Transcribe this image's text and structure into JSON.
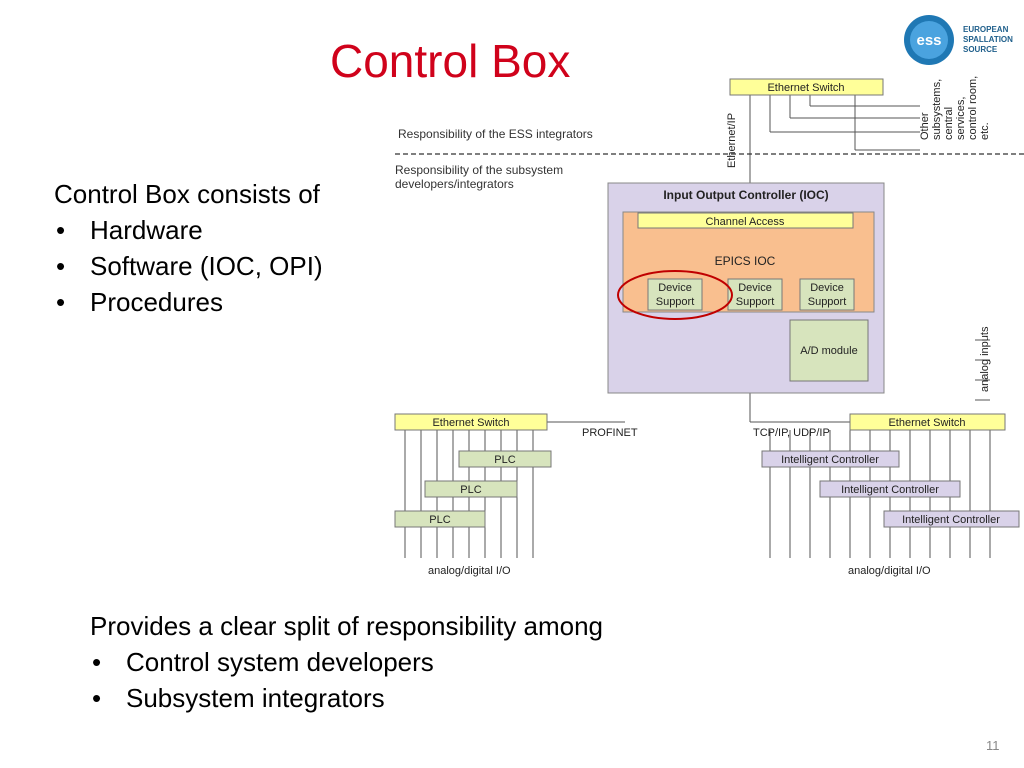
{
  "slide": {
    "title": "Control Box",
    "intro_heading": "Control Box consists of",
    "intro_items": [
      "Hardware",
      "Software (IOC, OPI)",
      "Procedures"
    ],
    "summary_heading": "Provides a clear split of responsibility among",
    "summary_items": [
      "Control system developers",
      "Subsystem integrators"
    ],
    "page_number": "11"
  },
  "logo": {
    "mark": "ess",
    "text_lines": [
      "EUROPEAN",
      "SPALLATION",
      "SOURCE"
    ]
  },
  "diagram": {
    "top_switch": "Ethernet Switch",
    "ethernet_ip": "Ethernet/IP",
    "other_subsystems": [
      "Other",
      "subsystems,",
      "central",
      "services,",
      "control room,",
      "etc."
    ],
    "responsibility_ess": "Responsibility of the ESS integrators",
    "responsibility_subsystem": [
      "Responsibility of the subsystem",
      "developers/integrators"
    ],
    "ioc_title": "Input Output Controller (IOC)",
    "channel_access": "Channel Access",
    "epics_ioc": "EPICS IOC",
    "device_support": [
      "Device",
      "Support"
    ],
    "ad_module": "A/D module",
    "analog_inputs": "analog inputs",
    "left_switch": "Ethernet Switch",
    "right_switch": "Ethernet Switch",
    "profinet": "PROFINET",
    "tcpip": "TCP/IP, UDP/IP",
    "plcs": [
      "PLC",
      "PLC",
      "PLC"
    ],
    "intelligent_controllers": [
      "Intelligent Controller",
      "Intelligent Controller",
      "Intelligent Controller"
    ],
    "io_left": "analog/digital I/O",
    "io_right": "analog/digital I/O"
  },
  "colors": {
    "title": "#d0021b",
    "switch_fill": "#ffff99",
    "ioc_fill": "#d9d2e9",
    "epics_fill": "#f9bf8f",
    "green_fill": "#d7e4bd",
    "highlight_ring": "#c00000"
  }
}
